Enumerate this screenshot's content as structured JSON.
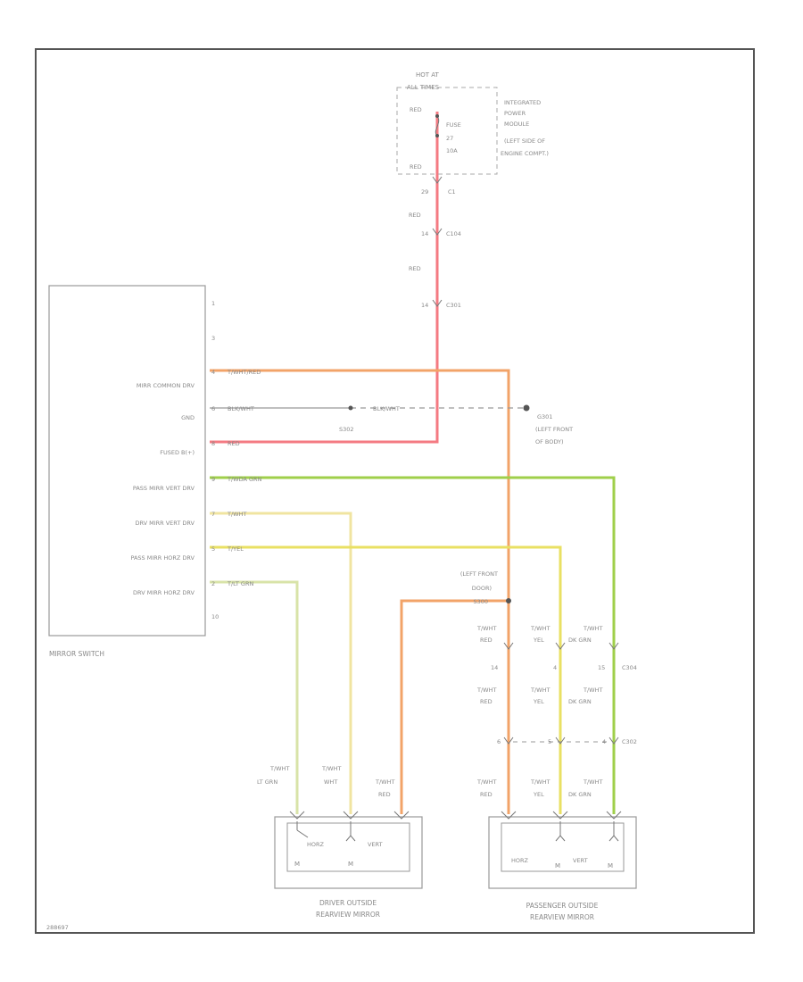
{
  "power_source": {
    "label_line1": "HOT AT",
    "label_line2": "ALL TIMES"
  },
  "ipm": {
    "lines": [
      "INTEGRATED",
      "POWER",
      "MODULE",
      "(LEFT SIDE OF",
      "ENGINE COMPT.)"
    ],
    "fuse": [
      "FUSE",
      "27",
      "10A"
    ],
    "wire_in": "RED",
    "wire_out": "RED",
    "pin": "29",
    "connector": "C1"
  },
  "riser": {
    "wire1": "RED",
    "pin1": "14",
    "conn1": "C104",
    "wire2": "RED",
    "pin2": "14",
    "conn2": "C301"
  },
  "switch": {
    "label": "MIRROR SWITCH",
    "pins": [
      {
        "num": "1",
        "label": "",
        "wire": ""
      },
      {
        "num": "3",
        "label": "",
        "wire": ""
      },
      {
        "num": "4",
        "label": "MIRR COMMON DRV",
        "wire": "T/WHT/RED"
      },
      {
        "num": "6",
        "label": "GND",
        "wire": "BLK/WHT"
      },
      {
        "num": "8",
        "label": "FUSED B(+)",
        "wire": "RED"
      },
      {
        "num": "9",
        "label": "PASS MIRR VERT DRV",
        "wire": "T/WDA GRN"
      },
      {
        "num": "7",
        "label": "DRV MIRR VERT DRV",
        "wire": "T/WHT"
      },
      {
        "num": "5",
        "label": "PASS MIRR HORZ DRV",
        "wire": "T/YEL"
      },
      {
        "num": "2",
        "label": "DRV MIRR HORZ DRV",
        "wire": "T/LT GRN"
      },
      {
        "num": "10",
        "label": "",
        "wire": ""
      }
    ]
  },
  "ground": {
    "splice": "S302",
    "wire": "BLK/WHT",
    "ref": "G301",
    "desc": [
      "(LEFT FRONT",
      "OF BODY)"
    ]
  },
  "left_front_door": {
    "lines": [
      "(LEFT FRONT",
      "DOOR)"
    ],
    "splice": "S300"
  },
  "c304": {
    "connector": "C304",
    "columns": [
      {
        "wire_top": [
          "T/WHT",
          "RED"
        ],
        "pin": "14",
        "wire_bot": [
          "T/WHT",
          "RED"
        ]
      },
      {
        "wire_top": [
          "T/WHT",
          "YEL"
        ],
        "pin": "4",
        "wire_bot": [
          "T/WHT",
          "YEL"
        ]
      },
      {
        "wire_top": [
          "T/WHT",
          "DK GRN"
        ],
        "pin": "15",
        "wire_bot": [
          "T/WHT",
          "DK GRN"
        ]
      }
    ]
  },
  "c302": {
    "connector": "C302",
    "pins": [
      "6",
      "5",
      "4"
    ]
  },
  "driver_mirror": {
    "caption": [
      "DRIVER OUTSIDE",
      "REARVIEW MIRROR"
    ],
    "wires": [
      [
        "T/WHT",
        "LT GRN"
      ],
      [
        "T/WHT",
        "WHT"
      ],
      [
        "T/WHT",
        "RED"
      ]
    ],
    "horz": "HORZ",
    "vert": "VERT"
  },
  "passenger_mirror": {
    "caption": [
      "PASSENGER OUTSIDE",
      "REARVIEW MIRROR"
    ],
    "wires": [
      [
        "T/WHT",
        "RED"
      ],
      [
        "T/WHT",
        "YEL"
      ],
      [
        "T/WHT",
        "DK GRN"
      ]
    ],
    "horz": "HORZ",
    "vert": "VERT"
  },
  "footer": "288697",
  "colors": {
    "red": "#f47a82",
    "orange": "#f2a368",
    "green": "#9fcf4a",
    "yellow": "#e9e063",
    "yellow_pale": "#f0e4a0",
    "ltgreen": "#d8e3a8",
    "gray": "#888888",
    "frame": "#555555"
  }
}
